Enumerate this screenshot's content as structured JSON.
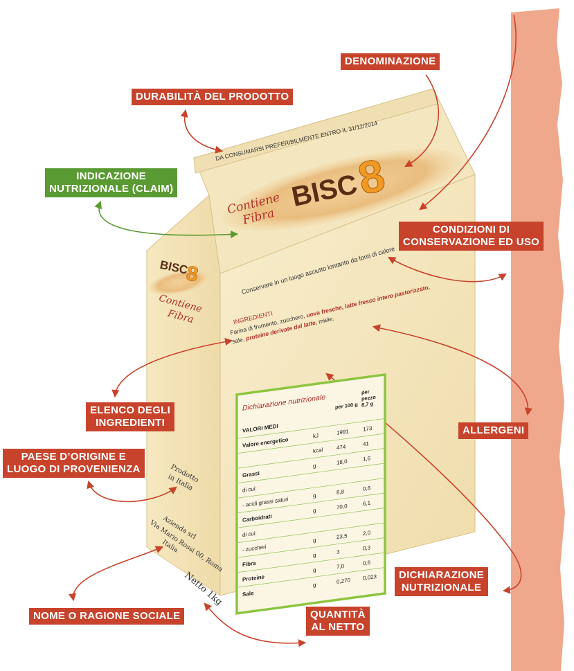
{
  "labels": {
    "denominazione": "DENOMINAZIONE",
    "durabilita": "DURABILITÀ DEL PRODOTTO",
    "indicazione_line1": "INDICAZIONE",
    "indicazione_line2": "NUTRIZIONALE (CLAIM)",
    "condizioni_line1": "CONDIZIONI DI",
    "condizioni_line2": "CONSERVAZIONE ED USO",
    "elenco_line1": "ELENCO DEGLI",
    "elenco_line2": "INGREDIENTI",
    "allergeni": "ALLERGENI",
    "paese_line1": "PAESE D’ORIGINE E",
    "paese_line2": "LUOGO DI PROVENIENZA",
    "dichiarazione_line1": "DICHIARAZIONE",
    "dichiarazione_line2": "NUTRIZIONALE",
    "nome": "NOME O RAGIONE SOCIALE",
    "quantita_line1": "QUANTITÀ",
    "quantita_line2": "AL NETTO"
  },
  "box": {
    "expiry": "DA CONSUMARSI PREFERIBILMENTE ENTRO IL 31/12/2014",
    "brand": "BISC",
    "brand_digit": "8",
    "claim_line1": "Contiene",
    "claim_line2": "Fibra",
    "storage": "Conservare in un luogo asciutto lontanto da fonti di calore",
    "ingredients_title": "INGREDIENTI",
    "ingredients_line1_a": "Farina di frumento, zucchero, ",
    "ingredients_line1_b": "uova fresche, latte fresco intero pastorizzato,",
    "ingredients_line2_a": "sale, ",
    "ingredients_line2_b": "proteine derivate dal latte",
    "ingredients_line2_c": ", miele.",
    "origin_line1": "Prodotto",
    "origin_line2": "in Italia",
    "company_line1": "Azienda srl",
    "company_line2": "Via Mario Rossi 00, Roma",
    "company_line3": "Italia",
    "net": "Netto 1kg"
  },
  "nutrition": {
    "title": "Dichiarazione nutrizionale",
    "col_100g": "per 100 g",
    "col_piece_1": "per",
    "col_piece_2": "pezzo",
    "col_piece_3": "8,7 g",
    "rows": [
      {
        "name": "VALORI MEDI",
        "unit": "",
        "v100": "",
        "vpiece": ""
      },
      {
        "name": "Valore energetico",
        "unit": "kJ",
        "v100": "1991",
        "vpiece": "173"
      },
      {
        "name": "",
        "unit": "kcal",
        "v100": "474",
        "vpiece": "41"
      },
      {
        "name": "Grassi",
        "unit": "g",
        "v100": "18,0",
        "vpiece": "1,6"
      },
      {
        "name": "di cui:",
        "unit": "",
        "v100": "",
        "vpiece": ""
      },
      {
        "name": "- acidi grassi saturi",
        "unit": "g",
        "v100": "8,8",
        "vpiece": "0,8"
      },
      {
        "name": "Carboidrati",
        "unit": "g",
        "v100": "70,0",
        "vpiece": "6,1"
      },
      {
        "name": "di cui:",
        "unit": "",
        "v100": "",
        "vpiece": ""
      },
      {
        "name": "- zuccheri",
        "unit": "g",
        "v100": "23,5",
        "vpiece": "2,0"
      },
      {
        "name": "Fibra",
        "unit": "g",
        "v100": "3",
        "vpiece": "0,3"
      },
      {
        "name": "Proteine",
        "unit": "g",
        "v100": "7,0",
        "vpiece": "0,6"
      },
      {
        "name": "Sale",
        "unit": "g",
        "v100": "0,270",
        "vpiece": "0,023"
      }
    ]
  },
  "colors": {
    "label_red": "#c8432c",
    "label_green": "#5a9a32",
    "arrow_red": "#c8432c",
    "arrow_green": "#5a9a32",
    "box_front": "#f7ebc6",
    "box_side": "#f1e0b4",
    "box_top": "#f3e4bb",
    "wall": "#f0a88c"
  }
}
